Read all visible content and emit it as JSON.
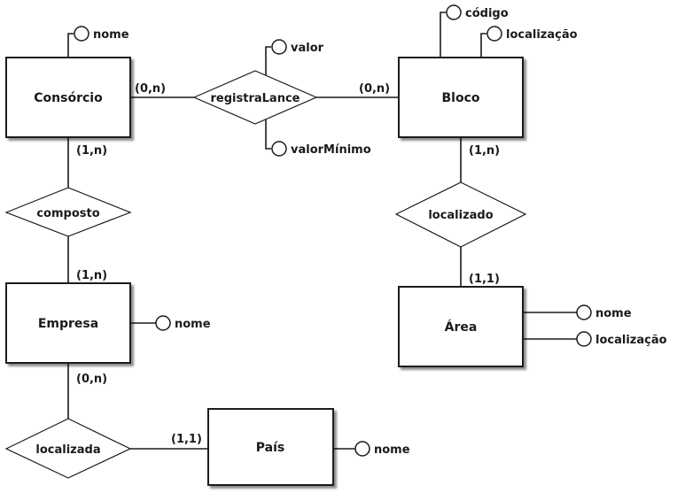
{
  "entities": {
    "consorcio": "Consórcio",
    "bloco": "Bloco",
    "empresa": "Empresa",
    "area": "Área",
    "pais": "País"
  },
  "relationships": {
    "registra_lance": "registraLance",
    "composto": "composto",
    "localizado": "localizado",
    "localizada": "localizada"
  },
  "attributes": {
    "consorcio_nome": "nome",
    "registra_lance_valor": "valor",
    "registra_lance_valor_minimo": "valorMínimo",
    "bloco_codigo": "código",
    "bloco_localizacao": "localização",
    "empresa_nome": "nome",
    "area_nome": "nome",
    "area_localizacao": "localização",
    "pais_nome": "nome"
  },
  "cardinalities": {
    "consorcio_registra": "(0,n)",
    "bloco_registra": "(0,n)",
    "consorcio_composto": "(1,n)",
    "empresa_composto": "(1,n)",
    "bloco_localizado": "(1,n)",
    "area_localizado": "(1,1)",
    "empresa_localizada": "(0,n)",
    "pais_localizada": "(1,1)"
  }
}
